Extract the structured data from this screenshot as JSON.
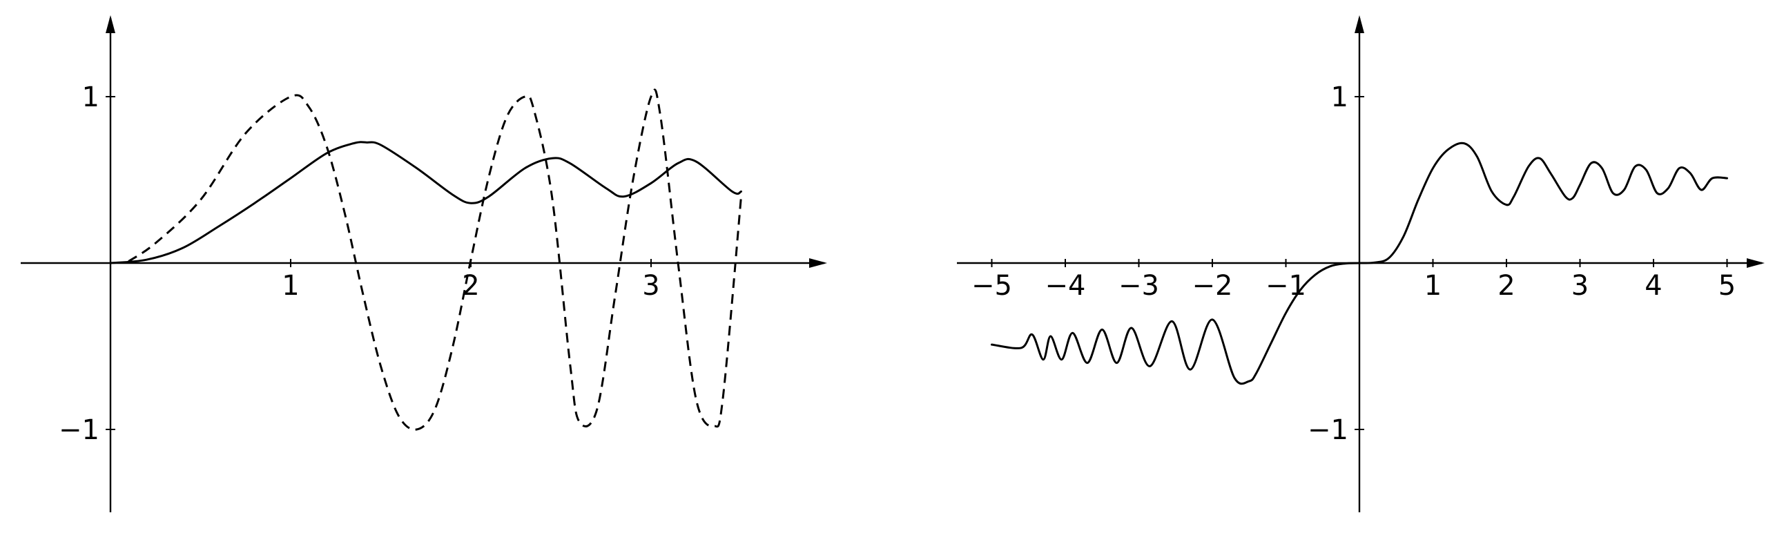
{
  "chart_data": [
    {
      "type": "line",
      "title": "",
      "xlabel": "",
      "ylabel": "",
      "xlim": [
        -0.5,
        3.98
      ],
      "ylim": [
        -1.5,
        1.5
      ],
      "x_ticks": [
        1,
        2,
        3
      ],
      "x_tick_labels": [
        "1",
        "2",
        "3"
      ],
      "y_ticks": [
        1,
        -1
      ],
      "y_tick_labels": [
        "1",
        "−1"
      ],
      "grid": false,
      "legend": "none",
      "series": [
        {
          "style": "solid",
          "color": "#000000",
          "x": [
            0,
            0.2,
            0.4,
            0.6,
            0.8,
            1.0,
            1.2,
            1.35,
            1.42,
            1.5,
            1.7,
            1.9,
            2.0,
            2.1,
            2.3,
            2.45,
            2.55,
            2.75,
            2.85,
            3.0,
            3.15,
            3.25,
            3.45,
            3.5
          ],
          "y": [
            0,
            0.02,
            0.09,
            0.22,
            0.36,
            0.51,
            0.66,
            0.72,
            0.725,
            0.71,
            0.57,
            0.41,
            0.36,
            0.4,
            0.57,
            0.63,
            0.6,
            0.45,
            0.4,
            0.48,
            0.6,
            0.61,
            0.43,
            0.43
          ]
        },
        {
          "style": "dashed",
          "color": "#000000",
          "x": [
            0.1,
            0.25,
            0.5,
            0.75,
            1.0,
            1.1,
            1.2,
            1.3,
            1.4,
            1.5,
            1.6,
            1.7,
            1.8,
            1.9,
            2.0,
            2.1,
            2.2,
            2.3,
            2.35,
            2.45,
            2.55,
            2.6,
            2.7,
            2.8,
            2.9,
            3.0,
            3.05,
            3.15,
            3.25,
            3.35,
            3.4,
            3.5
          ],
          "y": [
            0.01,
            0.12,
            0.38,
            0.78,
            1.0,
            0.94,
            0.7,
            0.3,
            -0.18,
            -0.62,
            -0.92,
            -1.0,
            -0.88,
            -0.5,
            0.02,
            0.52,
            0.88,
            1.0,
            0.92,
            0.4,
            -0.6,
            -0.95,
            -0.88,
            -0.2,
            0.5,
            1.0,
            0.9,
            0.0,
            -0.82,
            -0.98,
            -0.8,
            0.4
          ]
        }
      ]
    },
    {
      "type": "line",
      "title": "",
      "xlabel": "",
      "ylabel": "",
      "xlim": [
        -5.5,
        5.55
      ],
      "ylim": [
        -1.5,
        1.5
      ],
      "x_ticks": [
        -5,
        -4,
        -3,
        -2,
        -1,
        1,
        2,
        3,
        4,
        5
      ],
      "x_tick_labels": [
        "−5",
        "−4",
        "−3",
        "−2",
        "−1",
        "1",
        "2",
        "3",
        "4",
        "5"
      ],
      "y_ticks": [
        1,
        -1
      ],
      "y_tick_labels": [
        "1",
        "−1"
      ],
      "grid": false,
      "legend": "none",
      "series": [
        {
          "style": "solid",
          "color": "#000000",
          "x": [
            -5.0,
            -4.6,
            -4.45,
            -4.3,
            -4.2,
            -4.05,
            -3.9,
            -3.7,
            -3.5,
            -3.3,
            -3.1,
            -2.85,
            -2.55,
            -2.3,
            -2.0,
            -1.7,
            -1.5,
            -1.4,
            -1.2,
            -1.0,
            -0.8,
            -0.6,
            -0.4,
            -0.2,
            0.0,
            0.2,
            0.4,
            0.6,
            0.8,
            1.0,
            1.2,
            1.42,
            1.6,
            1.8,
            2.0,
            2.1,
            2.3,
            2.45,
            2.6,
            2.8,
            2.9,
            3.0,
            3.15,
            3.3,
            3.45,
            3.6,
            3.75,
            3.9,
            4.05,
            4.2,
            4.35,
            4.5,
            4.65,
            4.8,
            5.0
          ],
          "y": [
            -0.49,
            -0.51,
            -0.43,
            -0.58,
            -0.44,
            -0.58,
            -0.42,
            -0.6,
            -0.4,
            -0.6,
            -0.39,
            -0.62,
            -0.35,
            -0.64,
            -0.34,
            -0.69,
            -0.71,
            -0.66,
            -0.48,
            -0.3,
            -0.16,
            -0.07,
            -0.02,
            -0.003,
            0.0,
            0.003,
            0.03,
            0.16,
            0.38,
            0.57,
            0.68,
            0.72,
            0.64,
            0.43,
            0.35,
            0.4,
            0.58,
            0.63,
            0.54,
            0.4,
            0.39,
            0.47,
            0.6,
            0.57,
            0.42,
            0.44,
            0.58,
            0.56,
            0.42,
            0.45,
            0.57,
            0.54,
            0.44,
            0.51,
            0.51
          ]
        }
      ]
    }
  ]
}
